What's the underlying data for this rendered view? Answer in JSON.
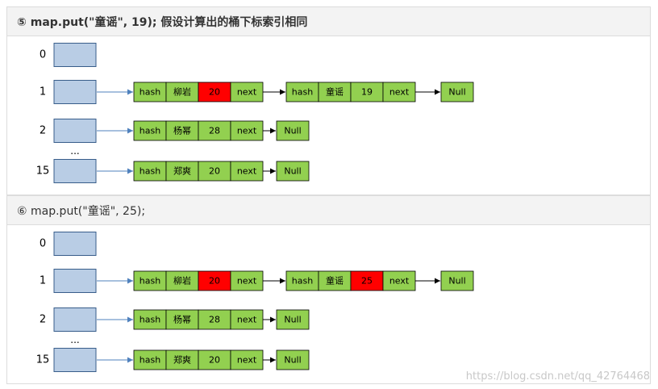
{
  "colors": {
    "bucket_fill": "#b9cde5",
    "bucket_stroke": "#385d8a",
    "node_fill": "#92d050",
    "node_stroke": "#000000",
    "highlight_fill": "#ff0000",
    "arrow_blue": "#4f81bd",
    "arrow_black": "#000000"
  },
  "panels": [
    {
      "title": "⑤ map.put(\"童谣\", 19); 假设计算出的桶下标索引相同",
      "title_bold": true,
      "buckets": [
        {
          "index": "0",
          "nodes": []
        },
        {
          "index": "1",
          "nodes": [
            {
              "cells": [
                "hash",
                "柳岩",
                "20",
                "next"
              ],
              "highlight": 2
            },
            {
              "cells": [
                "hash",
                "童谣",
                "19",
                "next"
              ],
              "highlight": -1
            }
          ],
          "null_label": "Null"
        },
        {
          "index": "2",
          "nodes": [
            {
              "cells": [
                "hash",
                "杨幂",
                "28",
                "next"
              ],
              "highlight": -1
            }
          ],
          "null_label": "Null"
        },
        {
          "index": "15",
          "nodes": [
            {
              "cells": [
                "hash",
                "郑爽",
                "20",
                "next"
              ],
              "highlight": -1
            }
          ],
          "null_label": "Null"
        }
      ],
      "ellipsis": "..."
    },
    {
      "title": "⑥ map.put(\"童谣\", 25);",
      "title_bold": false,
      "buckets": [
        {
          "index": "0",
          "nodes": []
        },
        {
          "index": "1",
          "nodes": [
            {
              "cells": [
                "hash",
                "柳岩",
                "20",
                "next"
              ],
              "highlight": 2
            },
            {
              "cells": [
                "hash",
                "童谣",
                "25",
                "next"
              ],
              "highlight": 2
            }
          ],
          "null_label": "Null"
        },
        {
          "index": "2",
          "nodes": [
            {
              "cells": [
                "hash",
                "杨幂",
                "28",
                "next"
              ],
              "highlight": -1
            }
          ],
          "null_label": "Null"
        },
        {
          "index": "15",
          "nodes": [
            {
              "cells": [
                "hash",
                "郑爽",
                "20",
                "next"
              ],
              "highlight": -1
            }
          ],
          "null_label": "Null"
        }
      ],
      "ellipsis": "..."
    }
  ],
  "watermark": "https://blog.csdn.net/qq_42764468"
}
